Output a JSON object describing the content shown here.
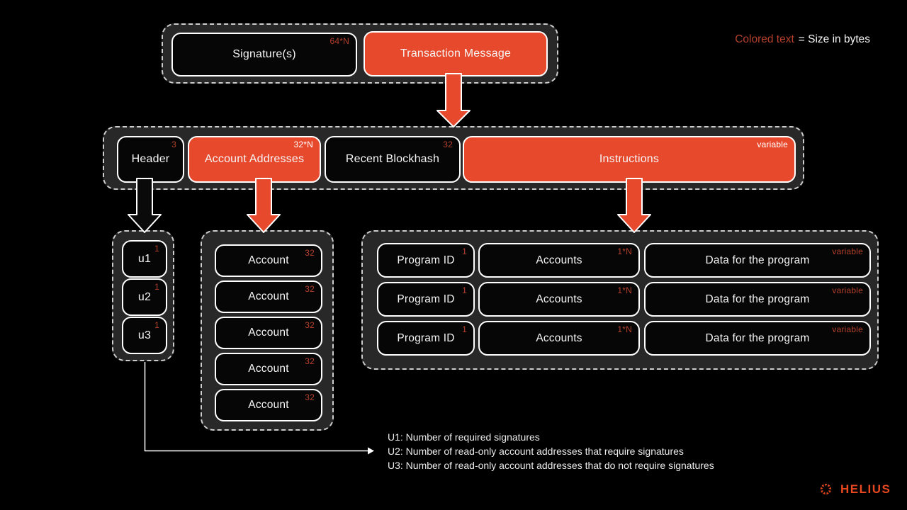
{
  "legend": {
    "colored_part": "Colored text",
    "equals_part": "= Size in bytes"
  },
  "top_row": {
    "signatures": {
      "label": "Signature(s)",
      "size": "64*N"
    },
    "transaction_message": {
      "label": "Transaction Message"
    }
  },
  "message_row": {
    "header": {
      "label": "Header",
      "size": "3"
    },
    "account_addresses": {
      "label": "Account Addresses",
      "size": "32*N"
    },
    "recent_blockhash": {
      "label": "Recent Blockhash",
      "size": "32"
    },
    "instructions": {
      "label": "Instructions",
      "size": "variable"
    }
  },
  "header_fields": [
    {
      "label": "u1",
      "size": "1"
    },
    {
      "label": "u2",
      "size": "1"
    },
    {
      "label": "u3",
      "size": "1"
    }
  ],
  "account_list": [
    {
      "label": "Account",
      "size": "32"
    },
    {
      "label": "Account",
      "size": "32"
    },
    {
      "label": "Account",
      "size": "32"
    },
    {
      "label": "Account",
      "size": "32"
    },
    {
      "label": "Account",
      "size": "32"
    }
  ],
  "instruction_rows": [
    [
      {
        "label": "Program ID",
        "size": "1"
      },
      {
        "label": "Accounts",
        "size": "1*N"
      },
      {
        "label": "Data for the program",
        "size": "variable"
      }
    ],
    [
      {
        "label": "Program ID",
        "size": "1"
      },
      {
        "label": "Accounts",
        "size": "1*N"
      },
      {
        "label": "Data for the program",
        "size": "variable"
      }
    ],
    [
      {
        "label": "Program ID",
        "size": "1"
      },
      {
        "label": "Accounts",
        "size": "1*N"
      },
      {
        "label": "Data for the program",
        "size": "variable"
      }
    ]
  ],
  "footnotes": [
    "U1: Number of required signatures",
    "U2: Number of read-only account addresses that require signatures",
    "U3: Number of read-only account addresses that do not require signatures"
  ],
  "brand": {
    "name": "HELIUS"
  },
  "colors": {
    "accent_red": "#E7492C",
    "size_label_red": "#B5402C",
    "brand_orange": "#E8481F",
    "container_bg": "#282828",
    "dash_border": "#cdcdcd"
  }
}
